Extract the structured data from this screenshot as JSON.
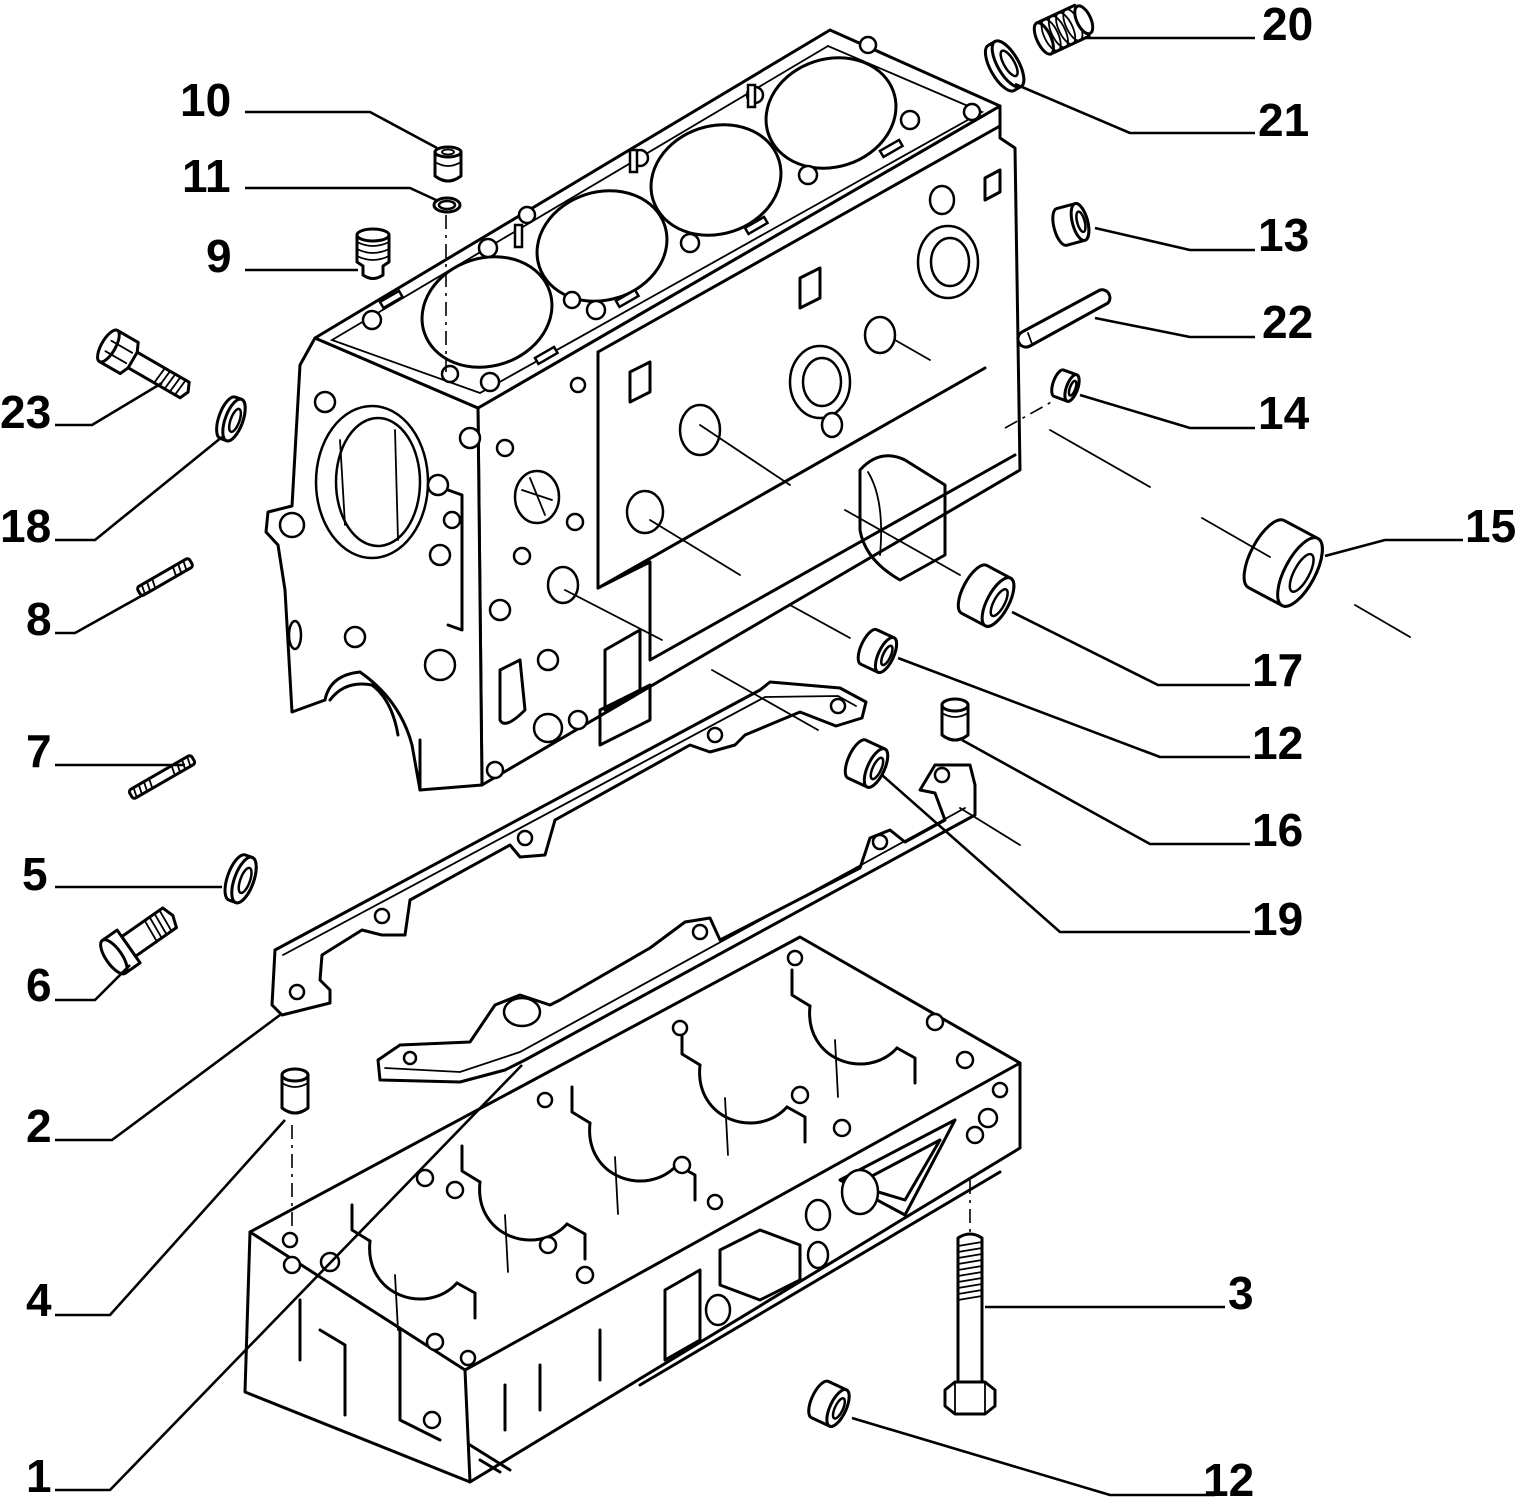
{
  "diagram": {
    "callouts": [
      "20",
      "21",
      "10",
      "11",
      "13",
      "9",
      "22",
      "23",
      "14",
      "18",
      "15",
      "8",
      "17",
      "12",
      "7",
      "16",
      "5",
      "19",
      "6",
      "2",
      "4",
      "3",
      "1",
      "12"
    ]
  }
}
